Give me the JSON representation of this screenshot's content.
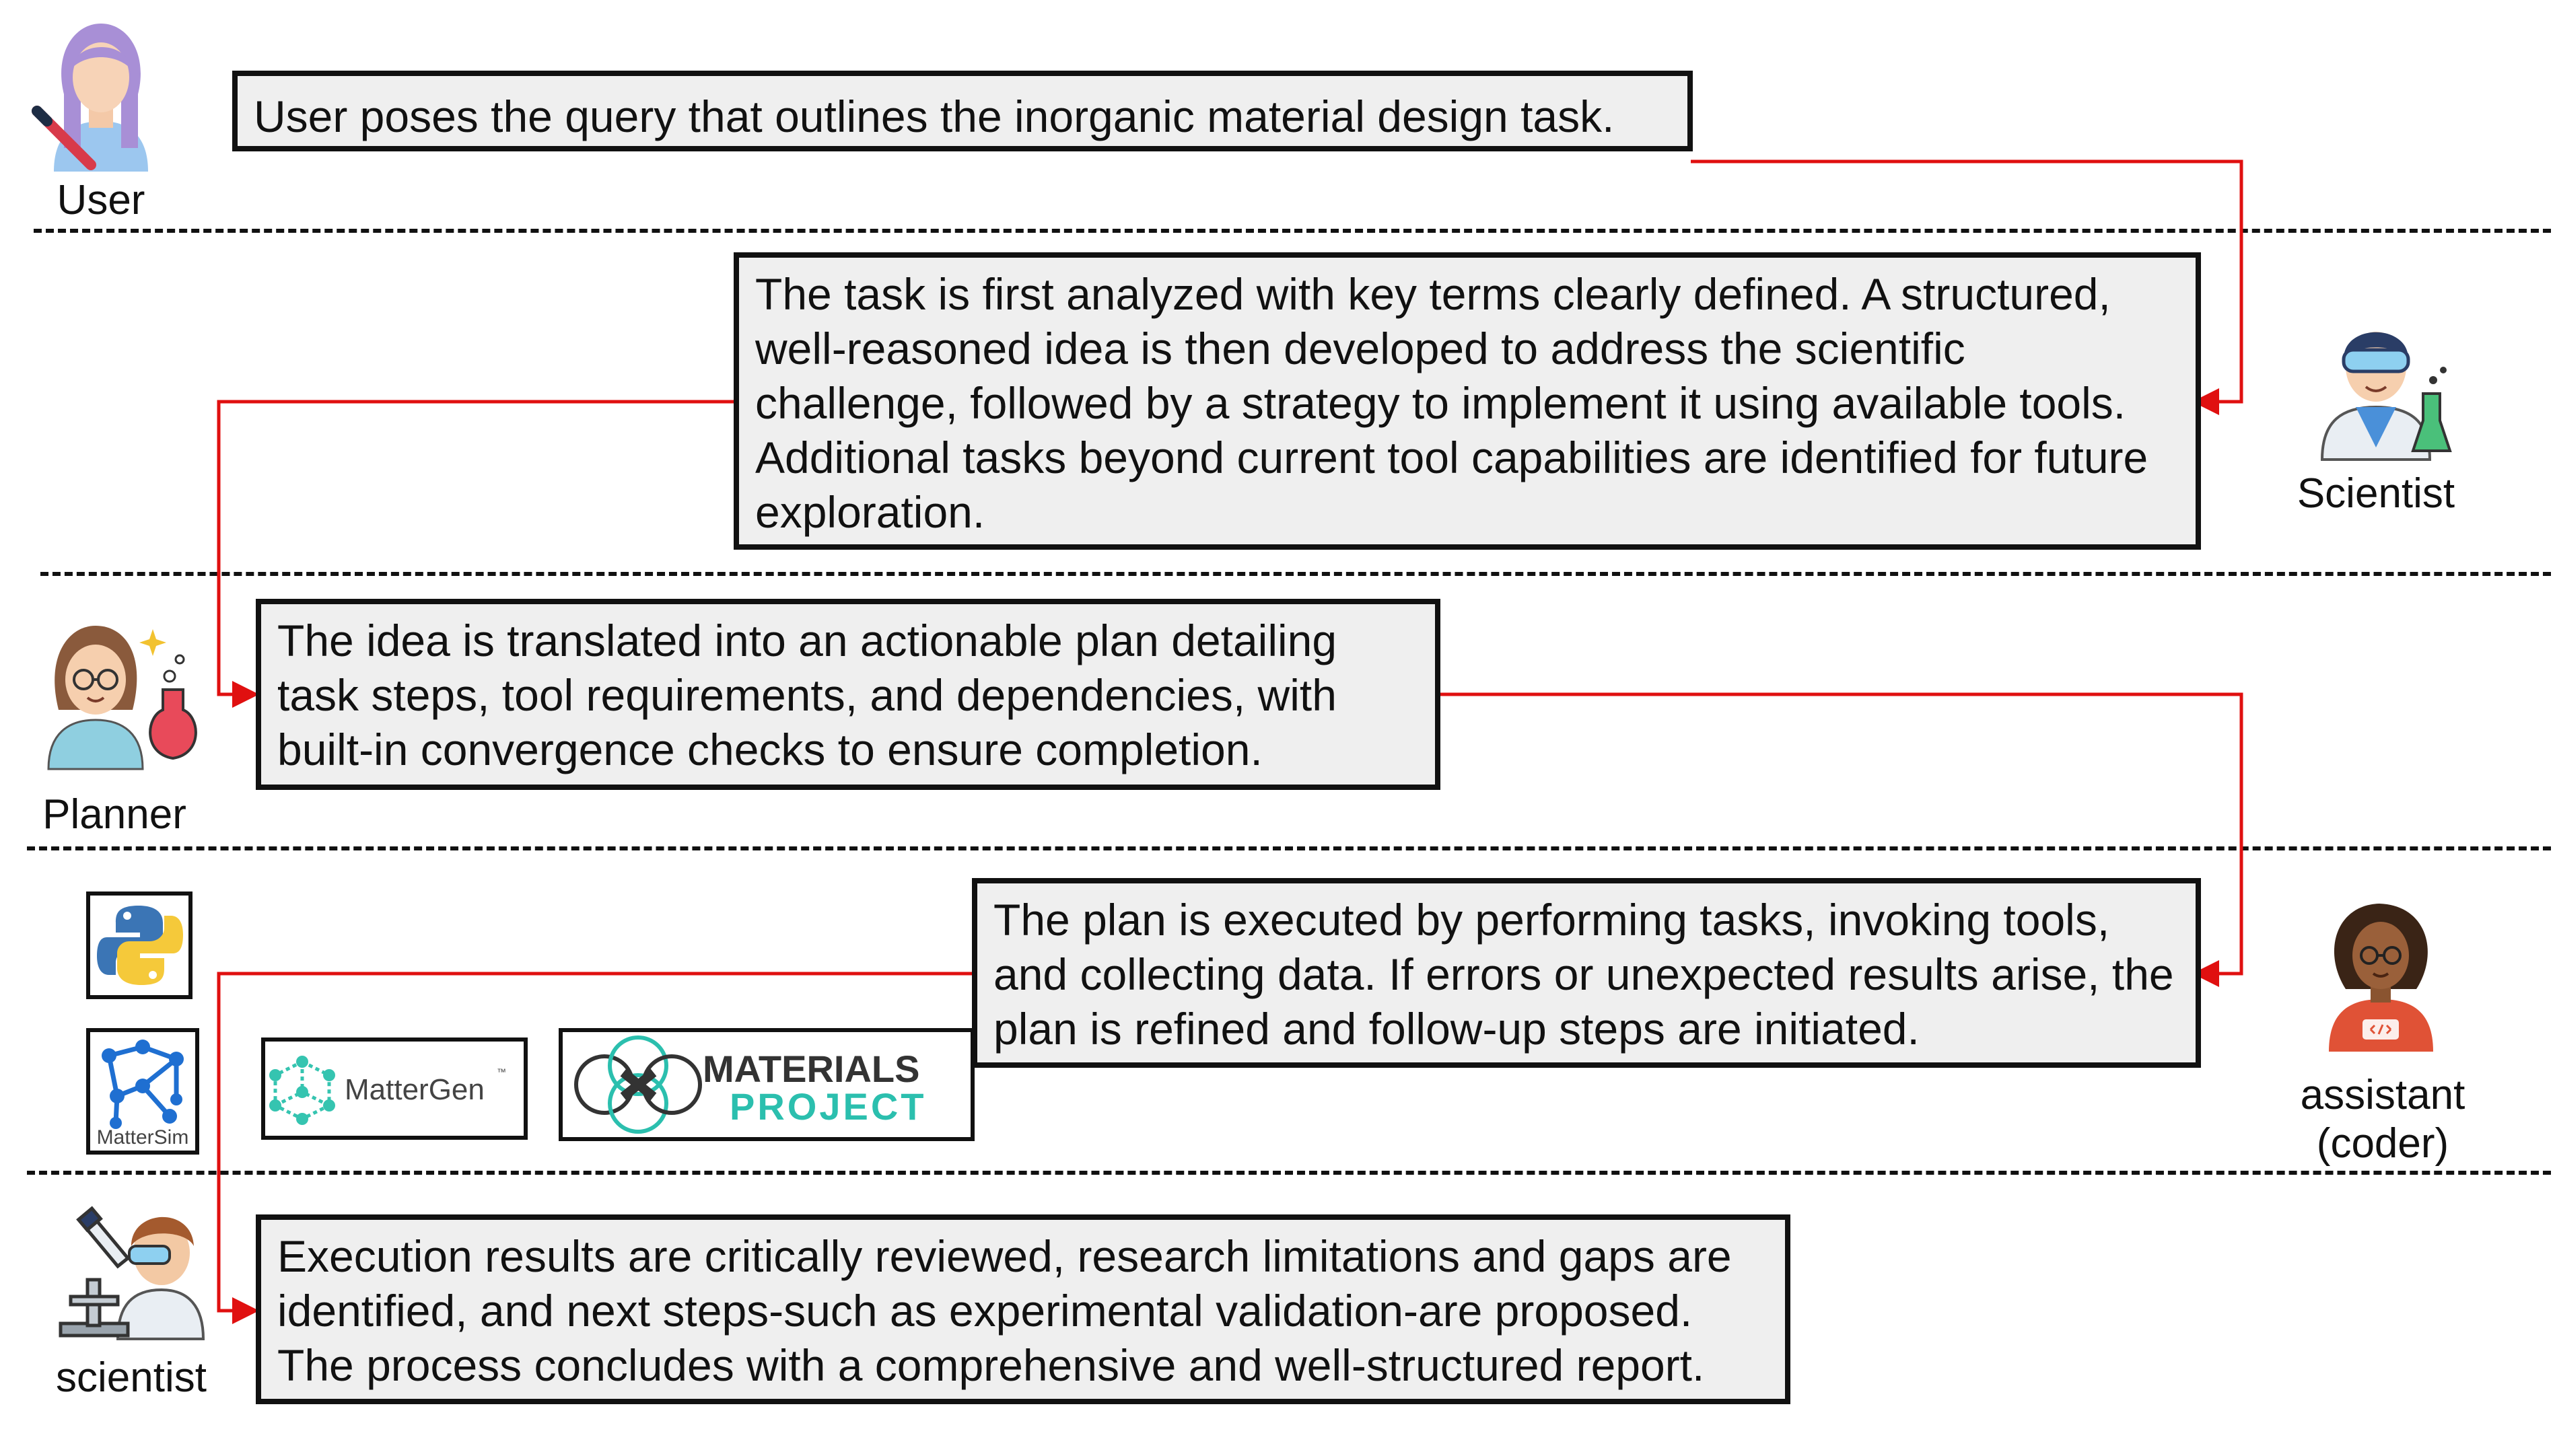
{
  "actors": {
    "user": {
      "label": "User",
      "icon": "user-icon"
    },
    "scientist_ideation": {
      "label": "Scientist",
      "icon": "scientist-goggles-icon"
    },
    "planner": {
      "label": "Planner",
      "icon": "planner-icon"
    },
    "coder_line1": "assistant",
    "coder_line2": "(coder)",
    "coder_icon": "coder-icon",
    "reviewer": {
      "label": "scientist",
      "icon": "microscope-scientist-icon"
    }
  },
  "steps": {
    "user_query": "User poses the query that outlines the inorganic material design task.",
    "ideation": "The task is first analyzed with key terms clearly defined. A structured, well-reasoned idea is then developed to address the scientific challenge, followed by a strategy to implement it using available tools. Additional tasks beyond current tool capabilities are identified for future exploration.",
    "planning": "The idea is translated into an actionable plan detailing task steps, tool requirements, and dependencies, with built-in convergence checks to ensure completion.",
    "execution": "The plan is executed by performing tasks, invoking tools, and collecting data. If errors or unexpected results arise, the plan is refined and follow-up steps are initiated.",
    "review": "Execution results are critically reviewed, research limitations and gaps are identified, and next steps-such as experimental validation-are proposed. The process concludes with a comprehensive and well-structured report."
  },
  "tools": {
    "python": {
      "icon": "python-icon"
    },
    "mattersim": {
      "label": "MatterSim",
      "icon": "mattersim-icon"
    },
    "mattergen": {
      "label": "MatterGen",
      "tm": "™",
      "icon": "mattergen-icon"
    },
    "materials_project": {
      "line1": "MATERIALS",
      "line2": "PROJECT",
      "icon": "materials-project-icon"
    }
  },
  "colors": {
    "arrow": "#e01010",
    "box_fill": "#efefef",
    "border": "#111111",
    "mp_dark": "#333333",
    "mp_teal": "#2bbfae",
    "mg_teal": "#35c4b0",
    "mattersim_blue": "#1f6fd1"
  }
}
